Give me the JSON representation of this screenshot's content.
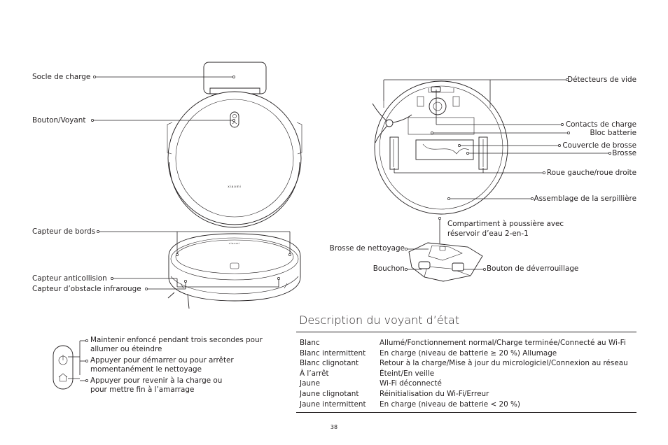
{
  "labels": {
    "socle": "Socle de charge",
    "bouton": "Bouton/Voyant",
    "capteur_bords": "Capteur de bords",
    "capteur_anticollision": "Capteur anticollision",
    "capteur_obstacle": "Capteur d’obstacle infrarouge",
    "detecteurs_vide": "Détecteurs de vide",
    "contacts_charge": "Contacts de charge",
    "bloc_batterie": "Bloc batterie",
    "couvercle_brosse": "Couvercle de brosse",
    "brosse": "Brosse",
    "roue": "Roue gauche/roue droite",
    "serpilliere": "Assemblage de la serpillière",
    "compartiment_l1": "Compartiment à poussière avec",
    "compartiment_l2": "réservoir d’eau 2-en-1",
    "brosse_nettoyage": "Brosse de nettoyage",
    "bouchon": "Bouchon",
    "deverrouillage": "Bouton de déverrouillage"
  },
  "brand_mark": "xiaomi",
  "button_help": {
    "hold_l1": "Maintenir enfoncé pendant trois secondes pour",
    "hold_l2": "allumer ou éteindre",
    "press_l1": "Appuyer pour démarrer ou pour arrêter",
    "press_l2": "momentanément le nettoyage",
    "home_l1": "Appuyer pour revenir à la charge ou",
    "home_l2": "pour mettre fin à l’amarrage"
  },
  "status_section": {
    "title": "Description du voyant d’état",
    "rows": [
      {
        "state": "Blanc",
        "meaning": "Allumé/Fonctionnement normal/Charge terminée/Connecté au Wi-Fi"
      },
      {
        "state": "Blanc intermittent",
        "meaning": "En charge (niveau de batterie ≥ 20 %) Allumage"
      },
      {
        "state": "Blanc clignotant",
        "meaning": "Retour à la charge/Mise à jour du micrologiciel/Connexion au réseau"
      },
      {
        "state": "À l’arrêt",
        "meaning": "Éteint/En veille"
      },
      {
        "state": "Jaune",
        "meaning": "Wi-Fi déconnecté"
      },
      {
        "state": "Jaune clignotant",
        "meaning": "Réinitialisation du Wi-Fi/Erreur"
      },
      {
        "state": "Jaune intermittent",
        "meaning": "En charge (niveau de batterie < 20 %)"
      }
    ]
  },
  "page_number": "38"
}
